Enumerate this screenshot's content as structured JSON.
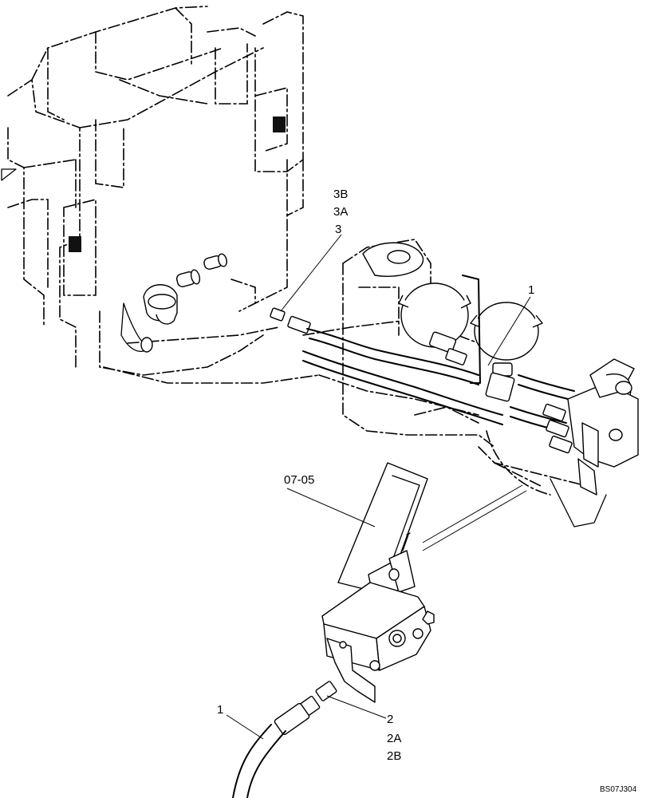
{
  "labels": {
    "callout_3b": "3B",
    "callout_3a": "3A",
    "callout_3": "3",
    "callout_1_upper": "1",
    "callout_0705": "07-05",
    "callout_1_lower": "1",
    "callout_2": "2",
    "callout_2a": "2A",
    "callout_2b": "2B",
    "drawing_ref": "BS07J304"
  }
}
